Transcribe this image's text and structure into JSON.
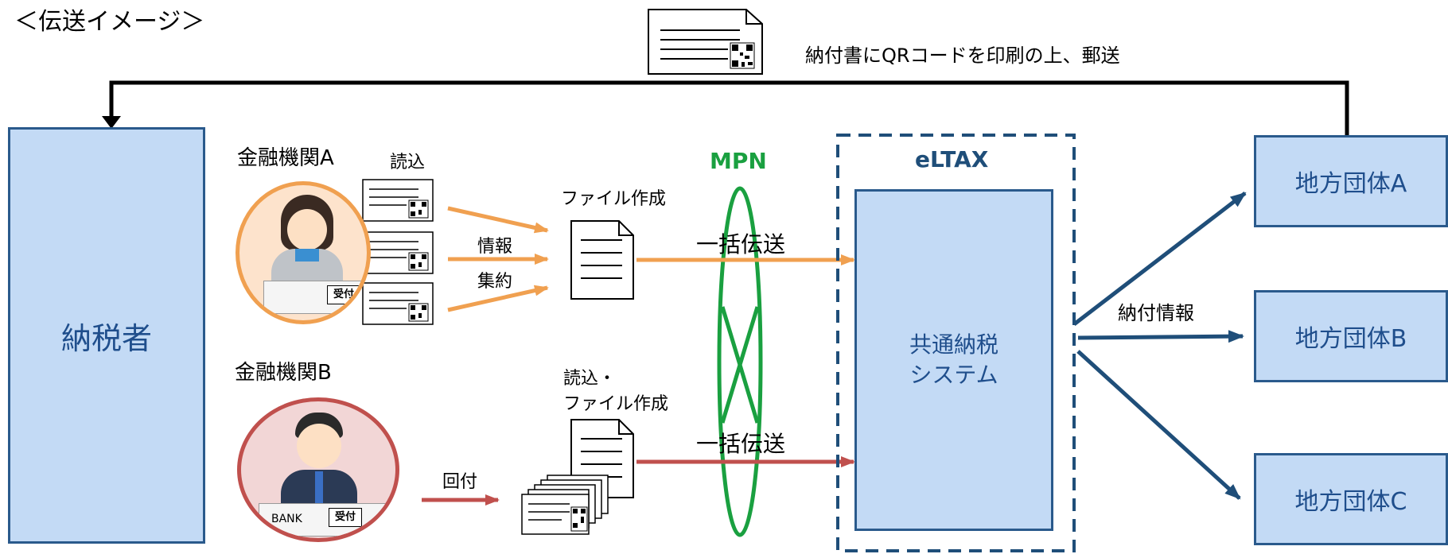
{
  "title": "＜伝送イメージ＞",
  "mail_note": "納付書にQRコードを印刷の上、郵送",
  "taxpayer": "納税者",
  "bank_a": "金融機関A",
  "bank_b": "金融機関B",
  "read_label": "読込",
  "info_label_1": "情報",
  "info_label_2": "集約",
  "file_create": "ファイル作成",
  "read_file_1": "読込・",
  "read_file_2": "ファイル作成",
  "forward_label": "回付",
  "mpn": "MPN",
  "batch_send_a": "一括伝送",
  "batch_send_b": "一括伝送",
  "eltax": "eLTAX",
  "system_line1": "共通納税",
  "system_line2": "システム",
  "payment_info": "納付情報",
  "gov_a": "地方団体A",
  "gov_b": "地方団体B",
  "gov_c": "地方団体C",
  "desk_label": "受付",
  "bank_sign": "BANK",
  "colors": {
    "box_fill": "#c3daf5",
    "box_border": "#2a5a8c",
    "navy": "#1f4e79",
    "orange": "#f0a050",
    "red": "#c0504d",
    "green": "#1aa040"
  }
}
